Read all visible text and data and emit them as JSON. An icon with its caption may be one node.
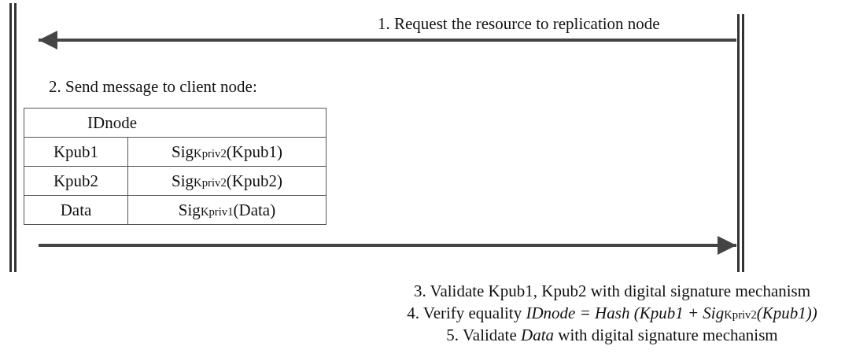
{
  "diagram": {
    "nodes": [
      {
        "text": [],
        "shape": "bar"
      },
      {
        "text": [],
        "shape": "bar"
      }
    ],
    "edges": [
      {
        "from": 1,
        "to": 0,
        "arrow": "to",
        "label": "1. Request the resource to replication node"
      },
      {
        "from": 0,
        "to": 1,
        "arrow": "to"
      }
    ],
    "labels": [
      "2. Send message to client node:",
      "IDnode",
      "Kpub1",
      "Sig$_{Kpriv2}$(Kpub1)",
      "Kpub2",
      "Sig$_{Kpriv2}$(Kpub2)",
      "Data",
      "Sig$_{Kpriv1}$(Data)",
      "3. Validate Kpub1, Kpub2 with digital signature mechanism",
      "4. Verify equality *IDnode = Hash (Kpub1 + Sig*$_{Kpriv2}$*(Kpub1))*",
      "5. Validate *Data* with digital signature mechanism"
    ]
  }
}
